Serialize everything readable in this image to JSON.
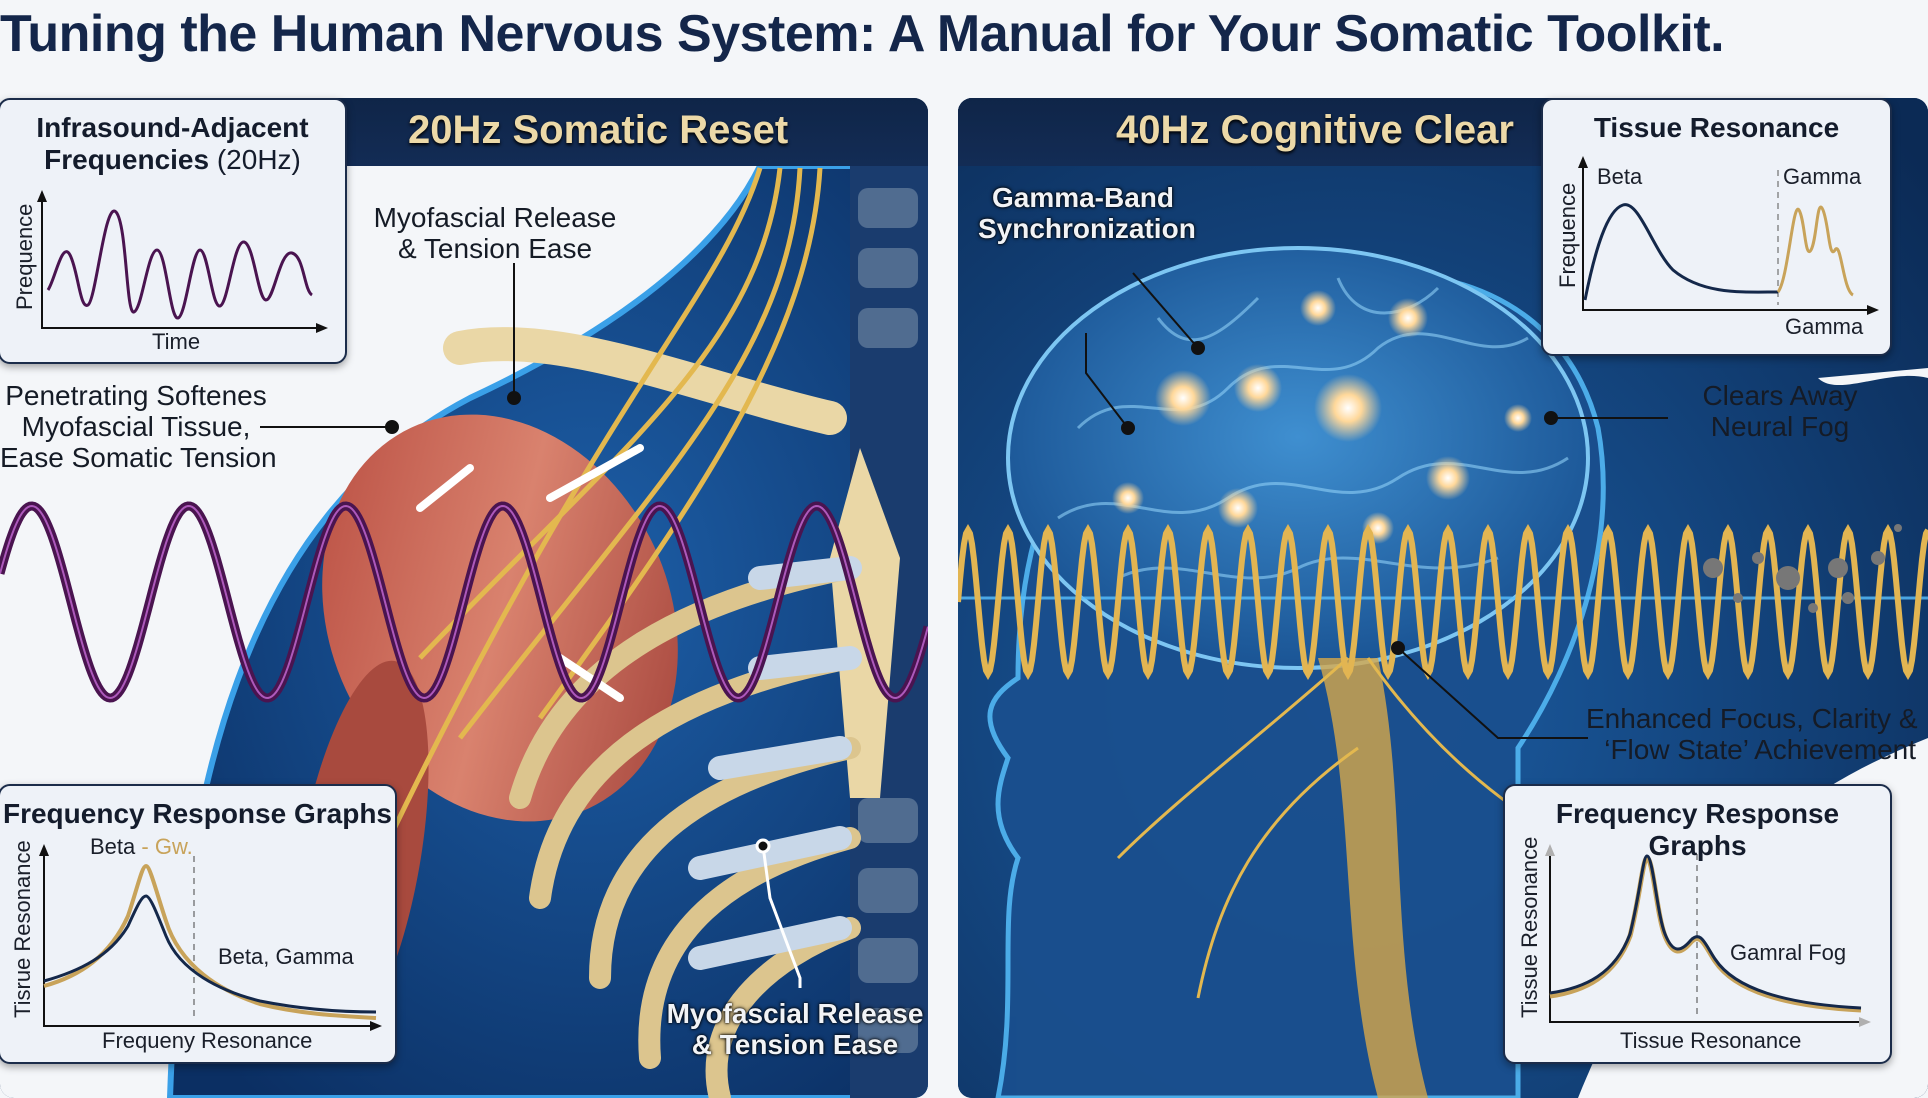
{
  "title": "Tuning the Human Nervous System: A Manual for Your Somatic Toolkit.",
  "left_panel": {
    "heading": "20Hz Somatic Reset",
    "inset_top": {
      "title_line1": "Infrasound-Adjacent",
      "title_line2_bold": "Frequencies",
      "title_line2_rest": "(20Hz)",
      "y_axis": "Prequence",
      "x_axis": "Time"
    },
    "callout_top": {
      "line1": "Myofascial Release",
      "line2": "& Tension Ease"
    },
    "callout_side": {
      "line1": "Penetrating Softenes",
      "line2": "Myofascial Tissue,",
      "line3": "Ease Somatic Tension"
    },
    "callout_bottom": {
      "line1": "Myofascial Release",
      "line2": "& Tension Ease"
    },
    "inset_bottom": {
      "title": "Frequency Response Graphs",
      "peak_label_a": "Beta",
      "peak_label_b": "- Gw.",
      "curve_label": "Beta, Gamma",
      "y_axis": "Tisrue Resonance",
      "x_axis": "Frequeny Resonance"
    },
    "wave_color": "#4a1450"
  },
  "right_panel": {
    "heading": "40Hz Cognitive Clear",
    "callout_top": {
      "line1": "Gamma-Band",
      "line2": "Synchronization"
    },
    "callout_fog": {
      "line1": "Clears Away",
      "line2": "Neural Fog"
    },
    "callout_focus": {
      "line1": "Enhanced Focus, Clarity &",
      "line2": "‘Flow State’ Achievement"
    },
    "inset_top": {
      "title": "Tissue Resonance",
      "label_beta": "Beta",
      "label_gamma": "Gamma",
      "y_axis": "Frequence",
      "x_axis": "Gamma"
    },
    "inset_bottom": {
      "title": "Frequency Response Graphs",
      "curve_label": "Gamral Fog",
      "y_axis": "Tissue Resonance",
      "x_axis": "Tissue Resonance"
    },
    "wave_color": "#e2b552"
  }
}
